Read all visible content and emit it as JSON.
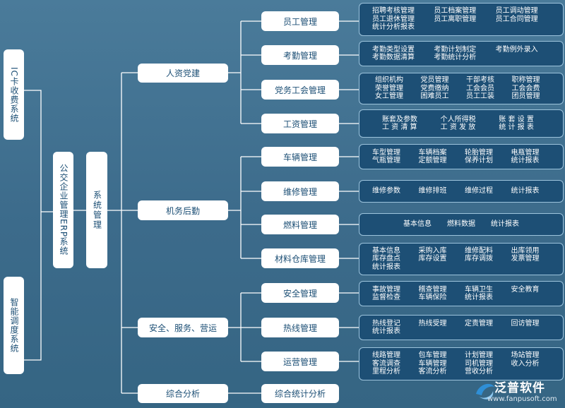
{
  "left": {
    "ic": "IC卡收费系统",
    "smart": "智能调度系统",
    "erp": "公交企业管理ERP系统",
    "system": "系统管理"
  },
  "level1": [
    "人资党建",
    "机务后勤",
    "安全、服务、营运",
    "综合分析"
  ],
  "level2": [
    "员工管理",
    "考勤管理",
    "党务工会管理",
    "工资管理",
    "车辆管理",
    "维修管理",
    "燃料管理",
    "材料仓库管理",
    "安全管理",
    "热线管理",
    "运营管理",
    "综合统计分析"
  ],
  "details": {
    "staff": [
      [
        "招聘考核管理",
        "员工档案管理",
        "员工调动管理"
      ],
      [
        "员工退休管理",
        "员工离职管理",
        "员工合同管理"
      ],
      [
        "统计分析报表"
      ]
    ],
    "attendance": [
      [
        "考勤类型设置",
        "考勤计划制定",
        "考勤例外录入"
      ],
      [
        "考勤数据清算",
        "考勤统计分析"
      ]
    ],
    "party": [
      [
        "组织机构",
        "党员管理",
        "干部考核",
        "职称管理"
      ],
      [
        "荣誉管理",
        "党费缴纳",
        "工会会员",
        "工会会费"
      ],
      [
        "女工管理",
        "困难员工",
        "员工工装",
        "团员管理"
      ]
    ],
    "salary": [
      [
        "账套及参数",
        "个人所得税",
        "账 套 设 置"
      ],
      [
        "工 资 清 算",
        "工 资 发 放",
        "统 计 报 表"
      ]
    ],
    "vehicle": [
      [
        "车型管理",
        "车辆档案",
        "轮胎管理",
        "电瓶管理"
      ],
      [
        "气瓶管理",
        "定额管理",
        "保养计划",
        "统计报表"
      ]
    ],
    "repair": [
      [
        "维修参数",
        "维修排班",
        "维修过程",
        "统计报表"
      ]
    ],
    "fuel": [
      [
        "基本信息",
        "燃料数据",
        "统计报表"
      ]
    ],
    "material": [
      [
        "基本信息",
        "采购入库",
        "维修配料",
        "出库领用"
      ],
      [
        "库存盘点",
        "库存设置",
        "库存调拨",
        "发票管理"
      ],
      [
        "统计报表"
      ]
    ],
    "safety": [
      [
        "事故管理",
        "稽查管理",
        "车辆卫生",
        "安全教育"
      ],
      [
        "监督检查",
        "车辆保险",
        "统计报表"
      ]
    ],
    "hotline": [
      [
        "热线登记",
        "热线受理",
        "定责管理",
        "回访管理"
      ],
      [
        "统计报表"
      ]
    ],
    "ops": [
      [
        "线路管理",
        "包车管理",
        "计划管理",
        "场站管理"
      ],
      [
        "客流调查",
        "车辆管理",
        "司机管理",
        "收入分析"
      ],
      [
        "里程分析",
        "客流分析",
        "营收分析"
      ]
    ]
  },
  "logo": {
    "name": "泛普软件",
    "url": "www.fanpusoft.com"
  },
  "colors": {
    "background": "#3e6d8d",
    "box": "#ffffff",
    "detail": "#1d4f75",
    "line": "#ffffff"
  }
}
